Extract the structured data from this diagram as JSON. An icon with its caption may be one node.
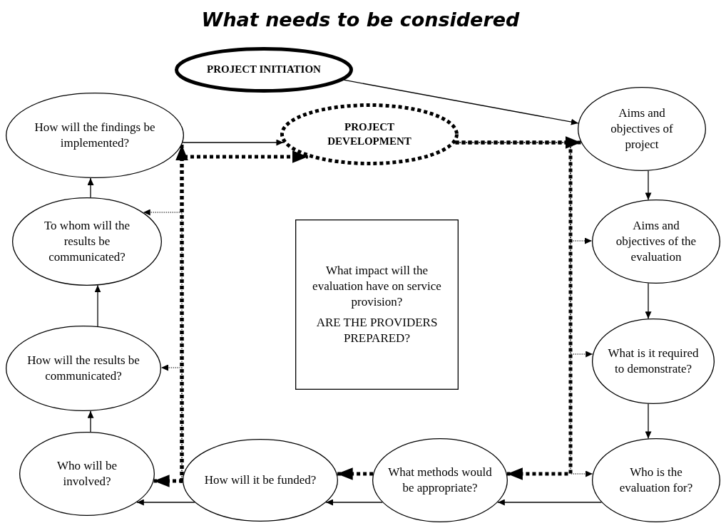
{
  "diagram": {
    "title": "What needs to be considered",
    "nodes": [
      {
        "text": [
          "PROJECT INITIATION"
        ]
      },
      {
        "text": [
          "PROJECT DEVELOPMENT"
        ]
      },
      {
        "text": [
          "How will the findings be implemented?"
        ]
      },
      {
        "text": [
          "Aims and objectives of project"
        ]
      },
      {
        "text": [
          "Aims and objectives of the evaluation"
        ]
      },
      {
        "text": [
          "What is it required to demonstrate?"
        ]
      },
      {
        "text": [
          "Who is the evaluation for?"
        ]
      },
      {
        "text": [
          "What methods would be appropriate?"
        ]
      },
      {
        "text": [
          "How will it be funded?"
        ]
      },
      {
        "text": [
          "Who will be involved?"
        ]
      },
      {
        "text": [
          "How will the results be communicated?"
        ]
      },
      {
        "text": [
          "To whom will the results be communicated?"
        ]
      },
      {
        "text": [
          "What impact will the evaluation have on service provision?",
          "ARE THE PROVIDERS PREPARED?"
        ]
      }
    ],
    "edges": [
      {
        "from": 0,
        "to": 3,
        "arrow": "to"
      },
      {
        "from": 2,
        "to": 1,
        "arrow": "to"
      },
      {
        "from": 3,
        "to": 4,
        "arrow": "to"
      },
      {
        "from": 4,
        "to": 5,
        "arrow": "to"
      },
      {
        "from": 5,
        "to": 6,
        "arrow": "to"
      },
      {
        "from": 6,
        "to": 7,
        "arrow": "to"
      },
      {
        "from": 7,
        "to": 8,
        "arrow": "to"
      },
      {
        "from": 8,
        "to": 9,
        "arrow": "to"
      },
      {
        "from": 9,
        "to": 10,
        "arrow": "to"
      },
      {
        "from": 10,
        "to": 11,
        "arrow": "to"
      },
      {
        "from": 11,
        "to": 2,
        "arrow": "to"
      },
      {
        "from": 1,
        "to": 3,
        "arrow": "to",
        "style": "dashed"
      },
      {
        "from": 1,
        "to": 4,
        "arrow": "to",
        "style": "dashed"
      },
      {
        "from": 1,
        "to": 5,
        "arrow": "to",
        "style": "dashed"
      },
      {
        "from": 1,
        "to": 6,
        "arrow": "to",
        "style": "dashed"
      },
      {
        "from": 1,
        "to": 7,
        "arrow": "to",
        "style": "dashed"
      },
      {
        "from": 8,
        "to": 9,
        "arrow": "to",
        "style": "dashed"
      },
      {
        "from": 8,
        "to": 2,
        "arrow": "to",
        "style": "dashed"
      },
      {
        "from": 8,
        "to": 1,
        "arrow": "to",
        "style": "dashed"
      },
      {
        "from": 8,
        "to": 11,
        "arrow": "to",
        "style": "dashed"
      },
      {
        "from": 8,
        "to": 10,
        "arrow": "to",
        "style": "dashed"
      },
      {
        "from": 7,
        "to": 8,
        "arrow": "to",
        "style": "dashed"
      }
    ]
  }
}
